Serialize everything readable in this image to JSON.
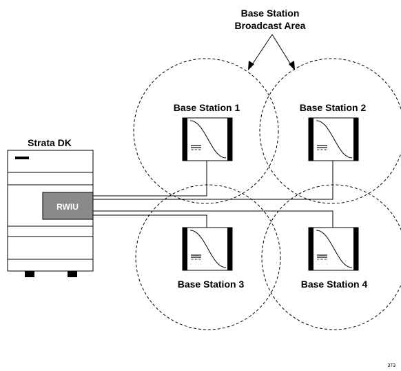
{
  "header": {
    "title_line1": "Base Station",
    "title_line2": "Broadcast Area"
  },
  "system": {
    "name": "Strata DK",
    "card_label": "RWIU"
  },
  "stations": [
    {
      "label": "Base Station 1"
    },
    {
      "label": "Base Station 2"
    },
    {
      "label": "Base Station 3"
    },
    {
      "label": "Base Station 4"
    }
  ],
  "figure_number": "373"
}
